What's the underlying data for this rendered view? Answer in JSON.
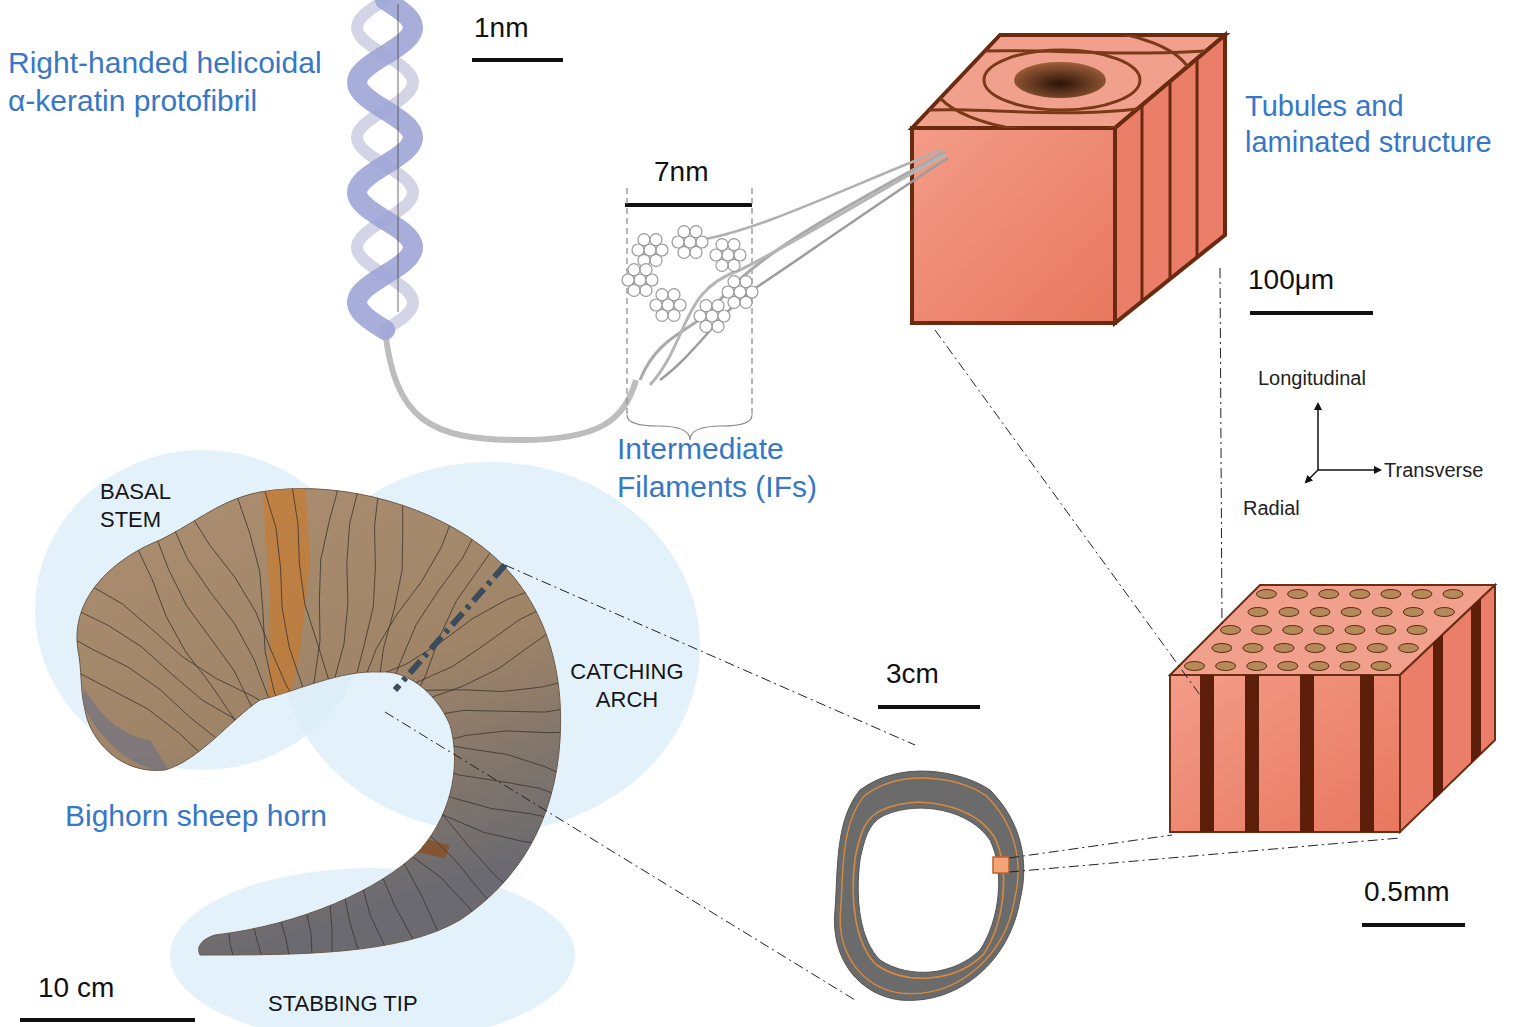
{
  "diagram": {
    "nodes": [
      {
        "text": [
          "BASAL STEM"
        ]
      },
      {
        "text": [
          "CATCHING ARCH"
        ]
      },
      {
        "text": [
          "STABBING TIP"
        ]
      }
    ],
    "labels": [
      "1nm",
      "Right-handed helicoidal α-keratin protofibril",
      "7nm",
      "Intermediate Filaments (IFs)",
      "Tubules and laminated structure",
      "100μm",
      "Longitudinal",
      "Transverse",
      "Radial",
      "Bighorn sheep horn",
      "3cm",
      "0.5mm",
      "10 cm"
    ]
  }
}
